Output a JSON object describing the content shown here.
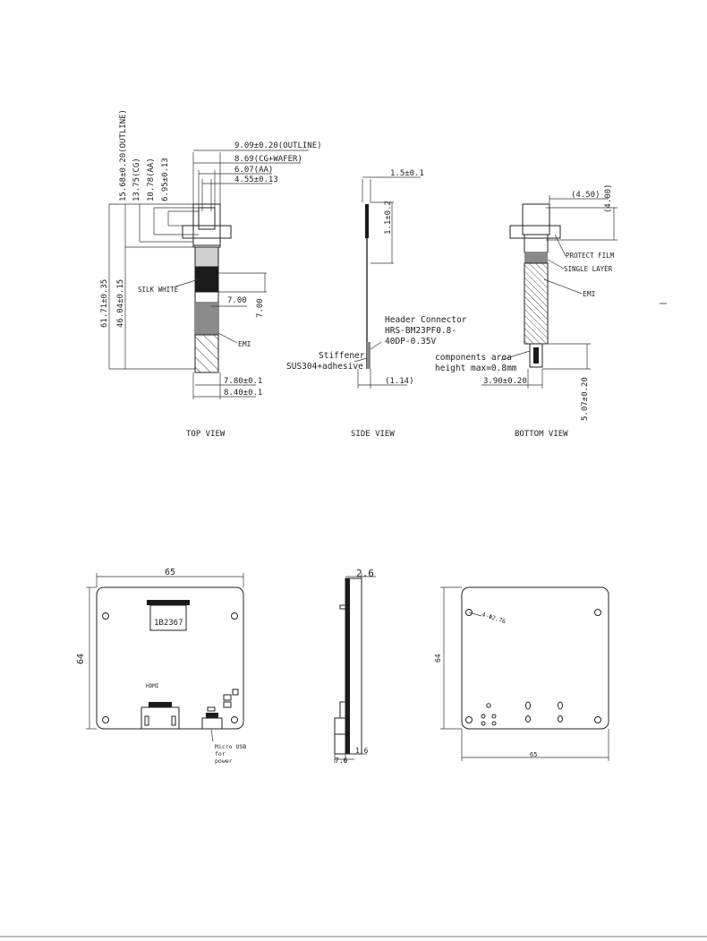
{
  "views": {
    "top": "TOP VIEW",
    "side": "SIDE VIEW",
    "bottom": "BOTTOM VIEW"
  },
  "top_view": {
    "dim_outline_width": "9.09±0.20(OUTLINE)",
    "dim_cg_wafer": "8.69(CG+WAFER)",
    "dim_aa_width": "6.07(AA)",
    "dim_455": "4.55±0.13",
    "dim_outline_height": "15.68±0.20(OUTLINE)",
    "dim_cg_height": "13.75(CG)",
    "dim_aa_height": "10.78(AA)",
    "dim_695": "6.95±0.13",
    "dim_6171": "61.71±0.35",
    "dim_4604": "46.04±0.15",
    "dim_700a": "7.00",
    "dim_700b": "7.00",
    "dim_780": "7.80±0.1",
    "dim_840": "8.40±0.1",
    "silk_white": "SILK WHITE",
    "emi": "EMI"
  },
  "side_view": {
    "dim_15": "1.5±0.1",
    "dim_11": "1.1±0.2",
    "header_connector_1": "Header Connector",
    "header_connector_2": "HRS-BM23PF0.8-",
    "header_connector_3": "40DP-0.35V",
    "stiffener_1": "Stiffener",
    "stiffener_2": "SUS304+adhesive",
    "dim_114": "(1.14)"
  },
  "bottom_view": {
    "dim_450": "(4.50)",
    "dim_400": "(4.00)",
    "protect_film": "PROTECT FILM",
    "single_layer": "SINGLE LAYER",
    "emi": "EMI",
    "components_1": "components area",
    "components_2": "height max=0.8mm",
    "dim_390": "3.90±0.20",
    "dim_507": "5.07±0.20"
  },
  "board_front": {
    "width": "65",
    "height": "64",
    "screen_label": "1B2367",
    "hdmi": "HDMI",
    "micro_usb_1": "Micro USB",
    "micro_usb_2": "for",
    "micro_usb_3": "power"
  },
  "board_side": {
    "thickness": "2.6",
    "dim_16": "1.6",
    "dim_76": "7.6"
  },
  "board_back": {
    "width": "65",
    "height": "64",
    "holes": "4-Φ2.76"
  }
}
